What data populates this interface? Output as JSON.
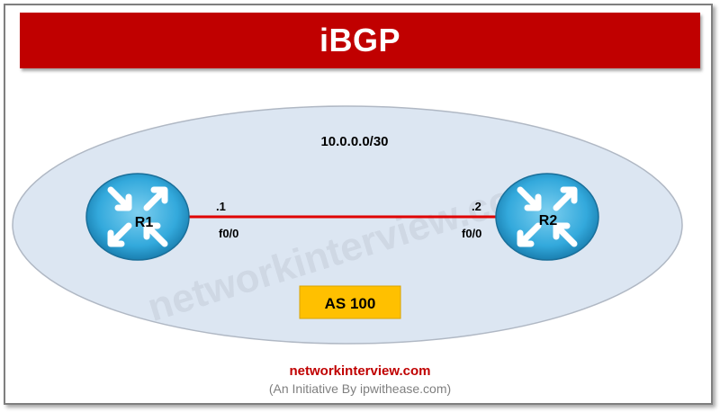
{
  "title": "iBGP",
  "subnet": "10.0.0.0/30",
  "watermark": "networkinterview.com",
  "routers": [
    {
      "name": "R1",
      "ip_suffix": ".1",
      "interface": "f0/0"
    },
    {
      "name": "R2",
      "ip_suffix": ".2",
      "interface": "f0/0"
    }
  ],
  "as_label": "AS 100",
  "footer": {
    "site": "networkinterview.com",
    "sub": "(An Initiative By ipwithease.com)"
  },
  "colors": {
    "banner": "#c00000",
    "link": "#e00000",
    "ellipse": "#dce6f2",
    "router": "#33a9dc",
    "as_box": "#ffc000"
  }
}
